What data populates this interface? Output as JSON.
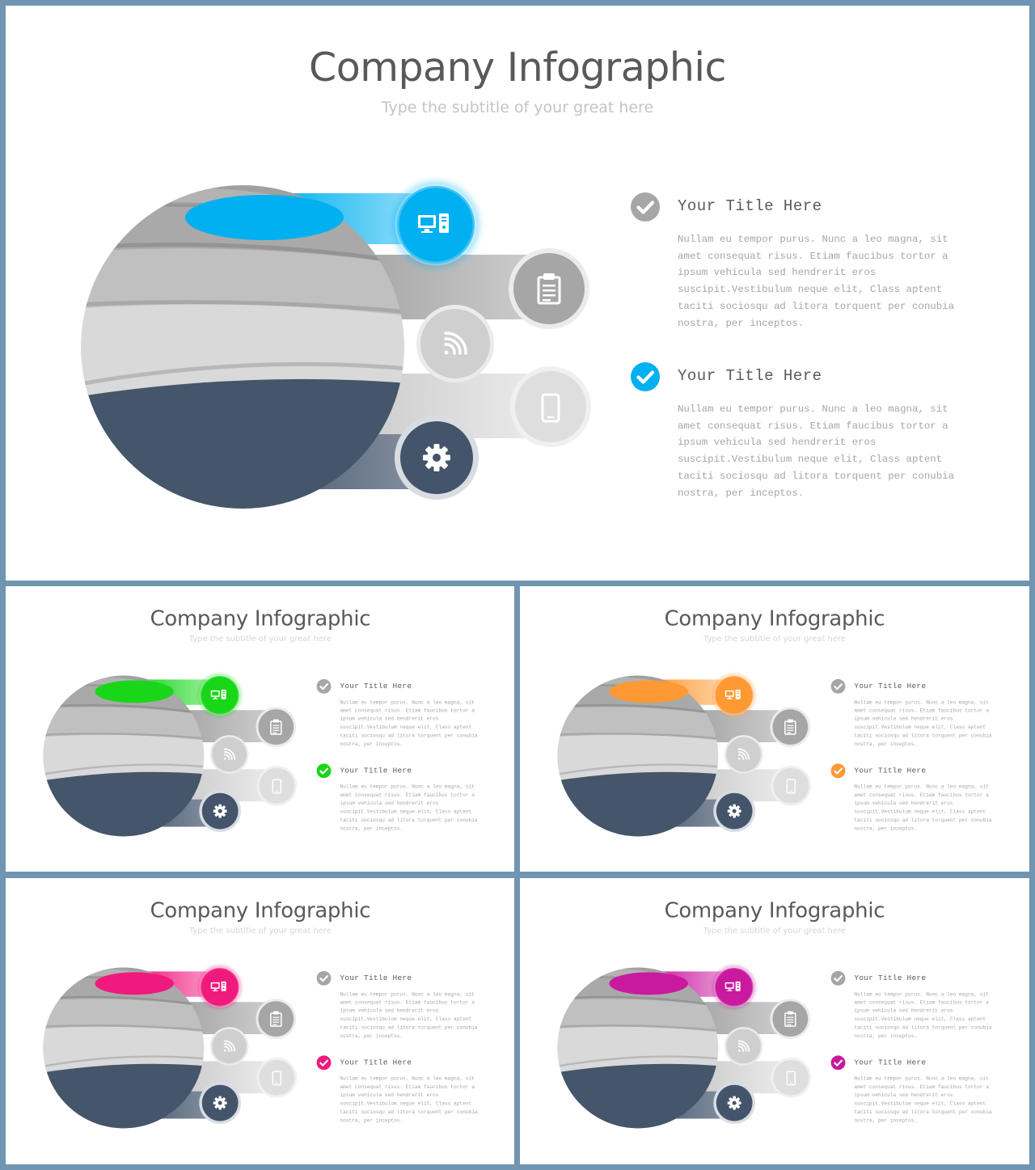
{
  "slides": [
    {
      "accent": "#00b0f0",
      "title": "Company Infographic",
      "subtitle": "Type the subtitle of your great here"
    },
    {
      "accent": "#19d619",
      "title": "Company Infographic",
      "subtitle": "Type the subtitle of your great here"
    },
    {
      "accent": "#ff9933",
      "title": "Company Infographic",
      "subtitle": "Type the subtitle of your great here"
    },
    {
      "accent": "#f0197d",
      "title": "Company Infographic",
      "subtitle": "Type the subtitle of your great here"
    },
    {
      "accent": "#c8199f",
      "title": "Company Infographic",
      "subtitle": "Type the subtitle of your great here"
    }
  ],
  "items": [
    {
      "title": "Your Title Here",
      "text": "Nullam eu tempor purus. Nunc a leo magna, sit amet consequat risus. Etiam faucibus tortor a ipsum vehicula sed hendrerit eros suscipit.Vestibulum neque elit, Class aptent taciti sociosqu ad litora torquent per conubia nostra, per inceptos.",
      "check_color": "#a6a6a6"
    },
    {
      "title": "Your Title Here",
      "text": "Nullam eu tempor purus. Nunc a leo magna, sit amet consequat risus. Etiam faucibus tortor a ipsum vehicula sed hendrerit eros suscipit.Vestibulum neque elit, Class aptent taciti sociosqu ad litora torquent per conubia nostra, per inceptos.",
      "check_color": "accent"
    }
  ],
  "icons": [
    "computer-icon",
    "clipboard-icon",
    "rss-icon",
    "mobile-icon",
    "gear-icon"
  ],
  "colors": {
    "dark_band": "#44546a",
    "mid_band": "#bfbfbf",
    "light_band": "#d9d9d9",
    "dark_gray": "#a6a6a6"
  }
}
